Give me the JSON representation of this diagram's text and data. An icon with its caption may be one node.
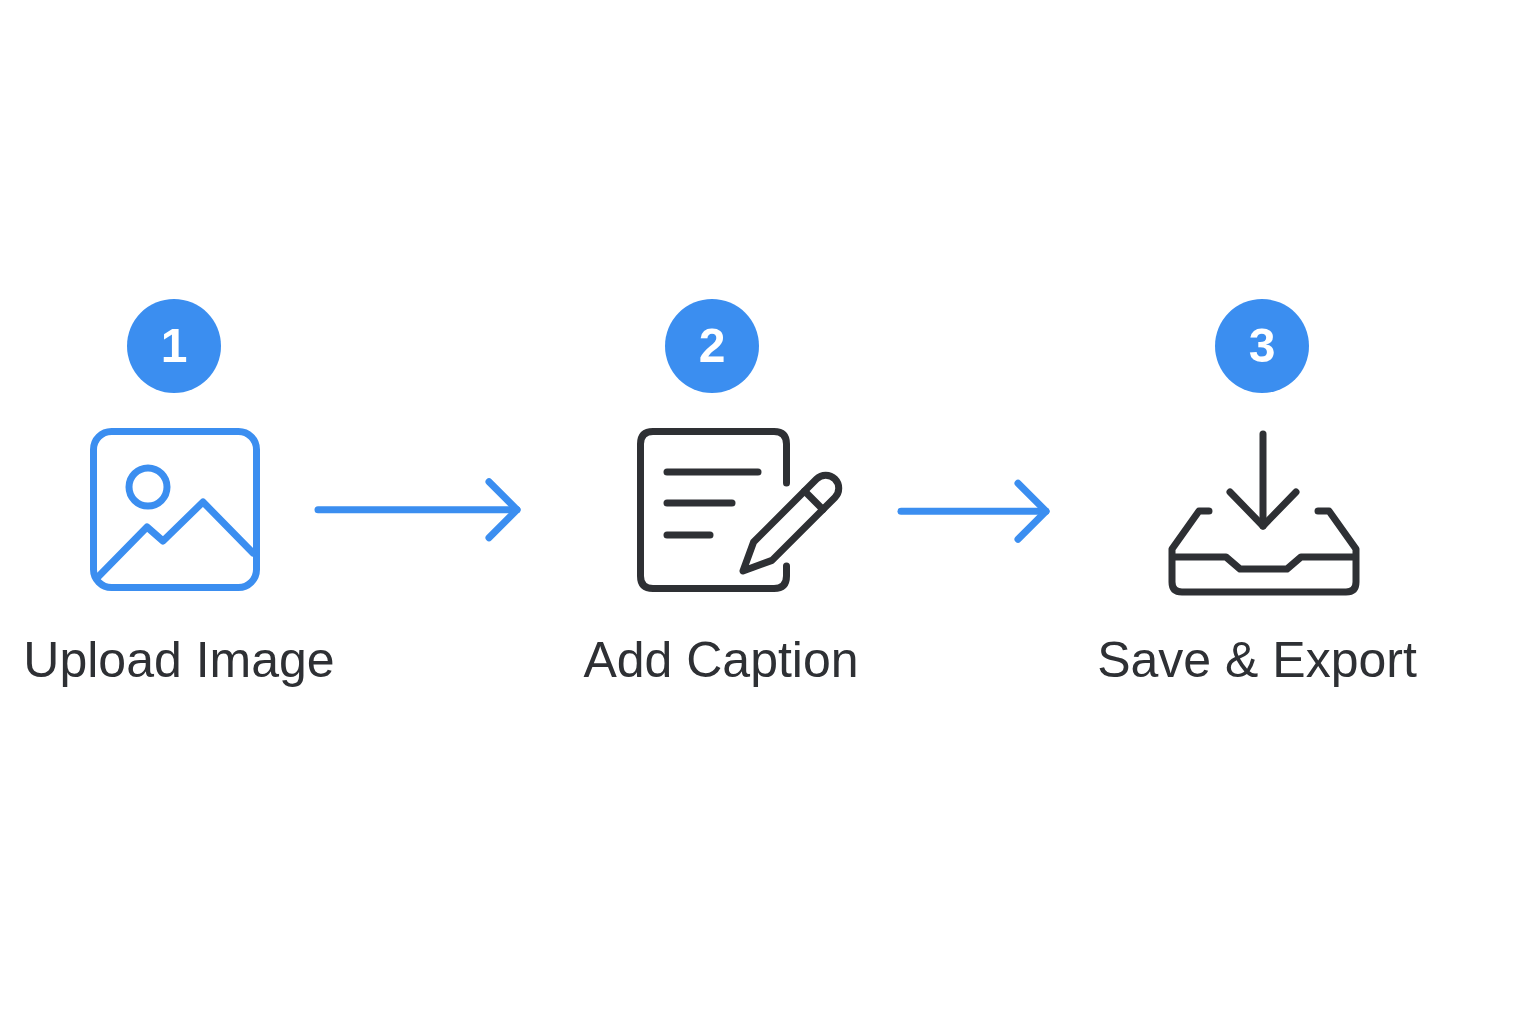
{
  "diagram": {
    "nodes": [
      {
        "text": [
          "1"
        ]
      },
      {
        "text": [],
        "shape": "picture",
        "beside": [
          "Upload Image"
        ]
      },
      {
        "text": [
          "2"
        ]
      },
      {
        "text": [],
        "shape": "picture",
        "beside": [
          "Add Caption"
        ]
      },
      {
        "text": [
          "3"
        ]
      },
      {
        "text": [],
        "shape": "picture",
        "beside": [
          "Save & Export"
        ]
      }
    ],
    "edges": [
      {
        "from": 1,
        "to": 3,
        "arrow": "to"
      },
      {
        "from": 3,
        "to": 5,
        "arrow": "to"
      }
    ]
  }
}
